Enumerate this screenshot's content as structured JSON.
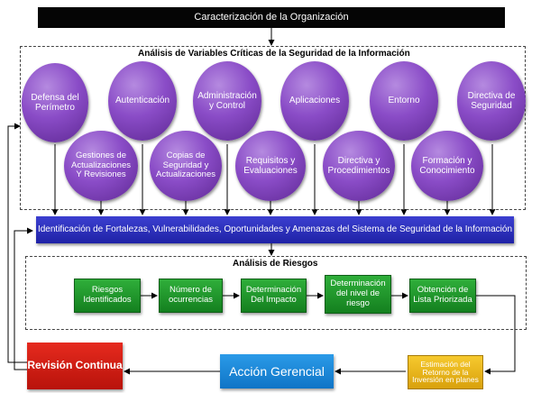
{
  "header": {
    "title": "Caracterización de la Organización"
  },
  "analysis_section": {
    "title": "Análisis de Variables Críticas de la Seguridad de la Información",
    "top_circles": [
      {
        "label": "Defensa del Perímetro"
      },
      {
        "label": "Autenticación"
      },
      {
        "label": "Administración y Control"
      },
      {
        "label": "Aplicaciones"
      },
      {
        "label": "Entorno"
      },
      {
        "label": "Directiva de Seguridad"
      }
    ],
    "bottom_circles": [
      {
        "label": "Gestiones de Actualizaciones Y Revisiones"
      },
      {
        "label": "Copias de Seguridad y Actualizaciones"
      },
      {
        "label": "Requisitos y Evaluaciones"
      },
      {
        "label": "Directiva y Procedimientos"
      },
      {
        "label": "Formación y Conocimiento"
      }
    ]
  },
  "identification_bar": {
    "label": "Identificación de Fortalezas, Vulnerabilidades, Oportunidades  y Amenazas del Sistema de Seguridad de la Información"
  },
  "risk_section": {
    "title": "Análisis de Riesgos",
    "steps": [
      {
        "label": "Riesgos Identificados"
      },
      {
        "label": "Número de ocurrencias"
      },
      {
        "label": "Determinación Del Impacto"
      },
      {
        "label": "Determinación del nivel de riesgo"
      },
      {
        "label": "Obtención de Lista Priorizada"
      }
    ]
  },
  "bottom": {
    "review": "Revisión Continua",
    "action": "Acción Gerencial",
    "estimate": "Estimación del Retorno de la Inversión en planes"
  },
  "colors": {
    "header": "#050505",
    "circle": "#8a4cc7",
    "blue_bar": "#2326b3",
    "green_step": "#1f9a2b",
    "review": "#d61d13",
    "action": "#1a86d8",
    "estimate": "#e8b519"
  }
}
